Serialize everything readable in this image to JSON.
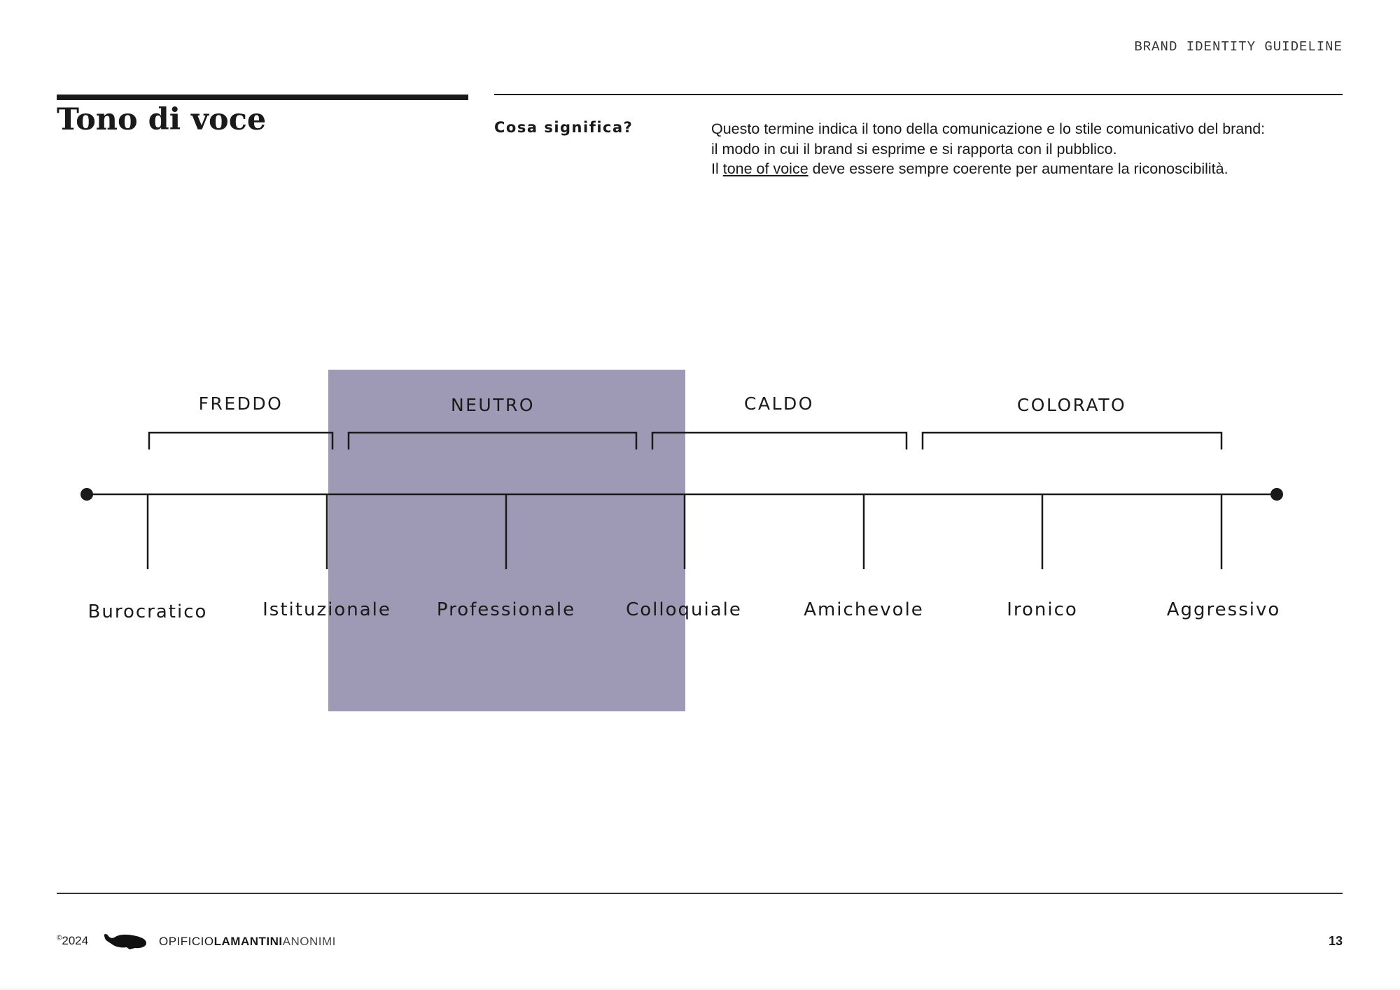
{
  "header": {
    "label": "BRAND IDENTITY GUIDELINE"
  },
  "title": "Tono di voce",
  "definition": {
    "question": "Cosa significa?",
    "line1": "Questo termine indica il tono della comunicazione e lo stile comunicativo del brand:",
    "line2": "il modo in cui il brand  si esprime e si rapporta con il pubblico.",
    "line3_prefix": "Il ",
    "line3_link": "tone of voice",
    "line3_suffix": " deve essere sempre coerente per aumentare la riconoscibilità."
  },
  "scale": {
    "highlight_color": "#9e99b4",
    "highlighted_groups": [
      "NEUTRO"
    ],
    "groups": [
      "FREDDO",
      "NEUTRO",
      "CALDO",
      "COLORATO"
    ],
    "tones": [
      "Burocratico",
      "Istituzionale",
      "Professionale",
      "Colloquiale",
      "Amichevole",
      "Ironico",
      "Aggressivo"
    ]
  },
  "footer": {
    "copyright_symbol": "©",
    "year": "2024",
    "brand_part1": "OPIFICIO",
    "brand_part2": "LAMANTINI",
    "brand_part3": "ANONIMI",
    "page_number": "13"
  }
}
